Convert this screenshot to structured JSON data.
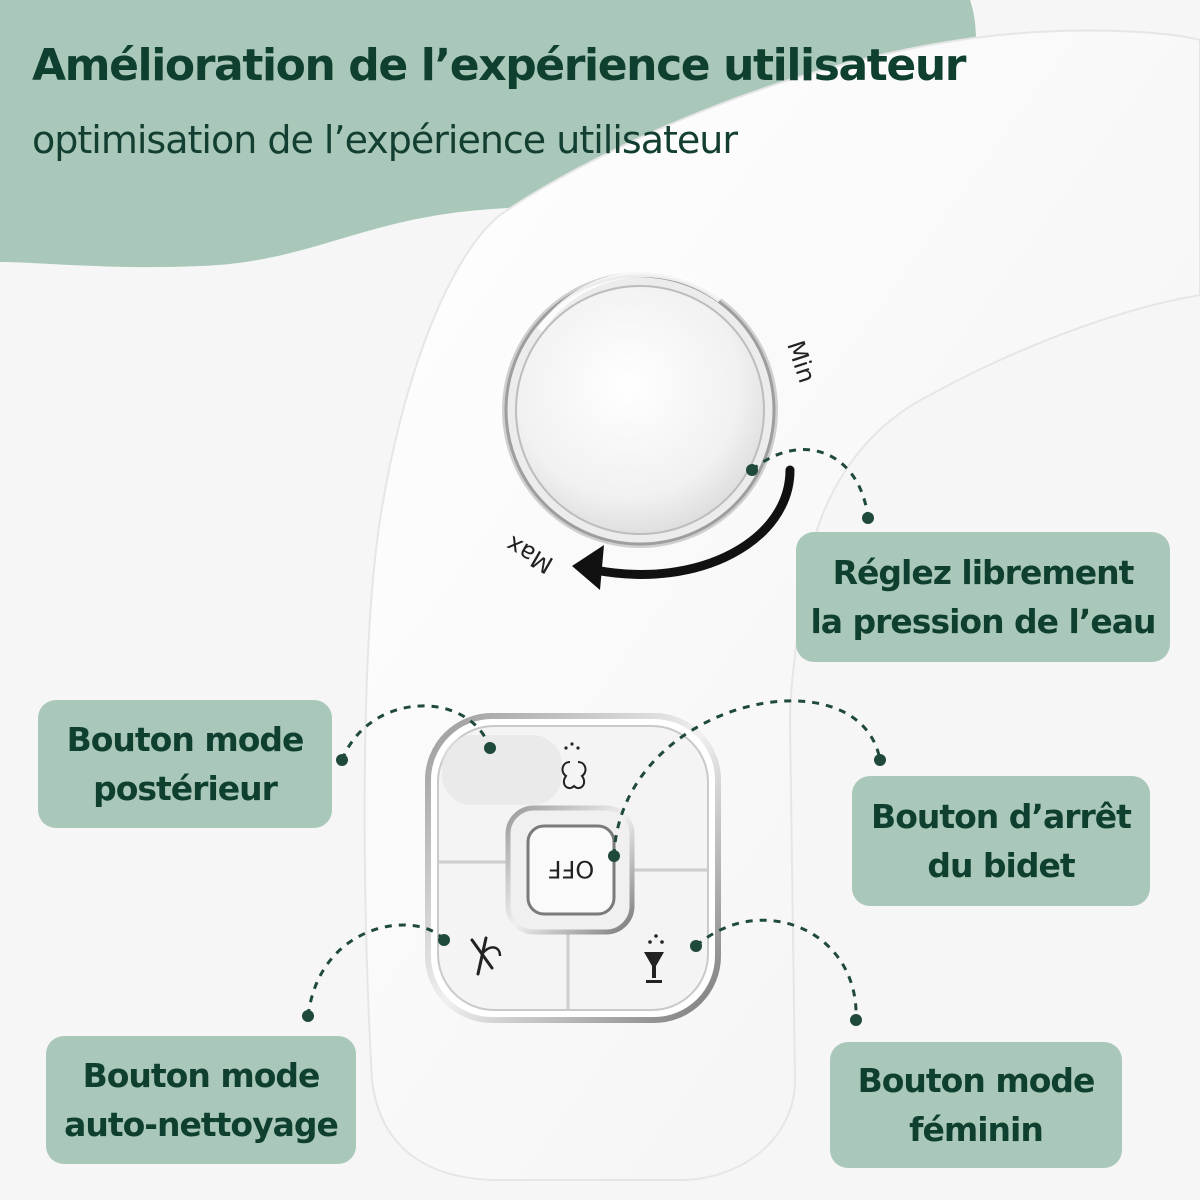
{
  "header": {
    "title": "Amélioration de l’expérience utilisateur",
    "subtitle": "optimisation de l’expérience utilisateur"
  },
  "dial": {
    "min_label": "Min",
    "max_label": "Max"
  },
  "control_pad": {
    "off_label": "OFF"
  },
  "callouts": {
    "pressure": {
      "line1": "Réglez librement",
      "line2": "la pression de l’eau"
    },
    "rear_mode": {
      "line1": "Bouton mode",
      "line2": "postérieur"
    },
    "stop": {
      "line1": "Bouton d’arrêt",
      "line2": "du bidet"
    },
    "self_clean": {
      "line1": "Bouton mode",
      "line2": "auto-nettoyage"
    },
    "feminine": {
      "line1": "Bouton mode",
      "line2": "féminin"
    }
  },
  "colors": {
    "accent_green": "#a9c8b9",
    "text_dark_green": "#0e3f2f",
    "background": "#f6f6f6"
  }
}
